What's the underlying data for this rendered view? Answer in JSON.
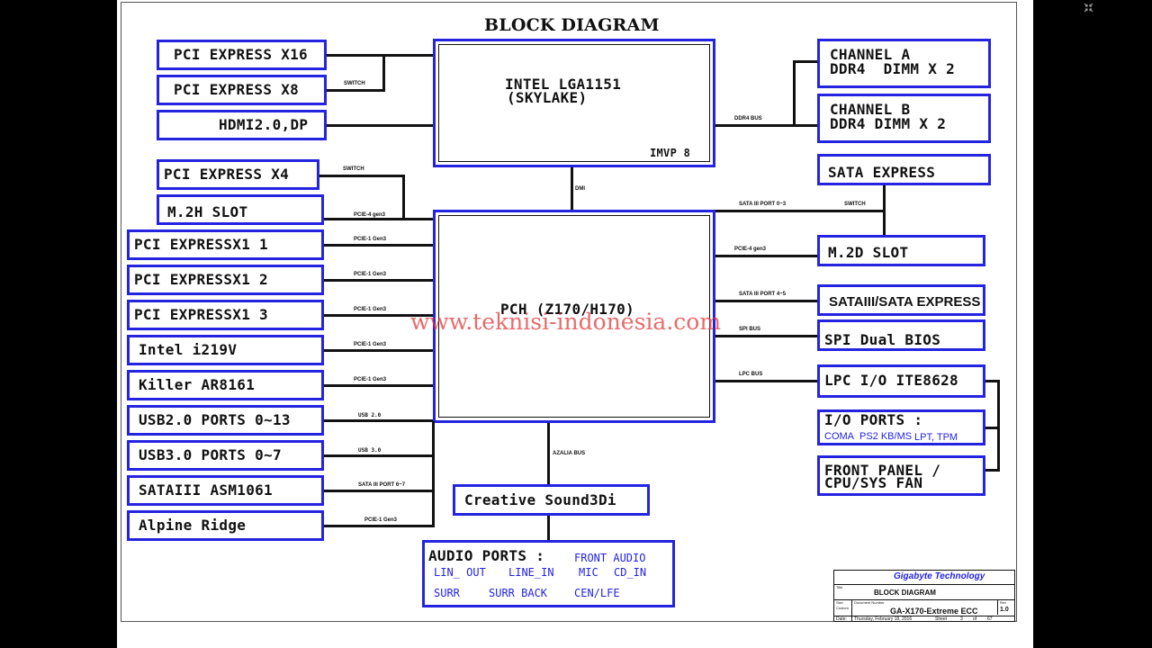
{
  "title": "BLOCK DIAGRAM",
  "watermark": "www.teknisi-indonesia.com",
  "cpu": {
    "line1": "INTEL LGA1151",
    "line2": "(SKYLAKE)",
    "imvp": "IMVP 8"
  },
  "pch": {
    "label": "PCH (Z170/H170)"
  },
  "left_cpu_blocks": [
    "PCI EXPRESS X16",
    "PCI EXPRESS X8",
    "HDMI2.0,DP"
  ],
  "left_pch_blocks": [
    "PCI EXPRESS X4",
    "M.2H SLOT",
    "PCI EXPRESSX1 1",
    "PCI EXPRESSX1 2",
    "PCI EXPRESSX1 3",
    "Intel i219V",
    "Killer AR8161",
    "USB2.0 PORTS 0~13",
    "USB3.0 PORTS 0~7",
    "SATAIII ASM1061",
    "Alpine Ridge"
  ],
  "right_blocks": {
    "channel_a": [
      "CHANNEL A",
      "DDR4  DIMM X 2"
    ],
    "channel_b": [
      "CHANNEL B",
      "DDR4 DIMM X 2"
    ],
    "sata_express": "SATA EXPRESS",
    "m2d": "M.2D SLOT",
    "sataiii": "SATAIII/SATA EXPRESS",
    "spi": "SPI Dual BIOS",
    "lpc": "LPC I/O ITE8628",
    "io_ports": {
      "title": "I/O PORTS :",
      "items": [
        "COMA",
        "PS2 KB/MS",
        "LPT, TPM"
      ]
    },
    "front_panel": [
      "FRONT PANEL /",
      "CPU/SYS FAN"
    ]
  },
  "audio": {
    "codec": "Creative Sound3Di",
    "ports_title": "AUDIO PORTS :",
    "front": "FRONT AUDIO",
    "row1": [
      "LIN_ OUT",
      "LINE_IN",
      "MIC",
      "CD_IN"
    ],
    "row2": [
      "SURR",
      "SURR BACK",
      "CEN/LFE"
    ]
  },
  "signals": {
    "switch1": "SWITCH",
    "switch2": "SWITCH",
    "switch3": "SWITCH",
    "ddr4_bus": "DDR4 BUS",
    "dmi": "DMI",
    "sata_port_03": "SATA III PORT 0~3",
    "pcie4_right": "PCIE-4 gen3",
    "sata_port_45": "SATA III PORT 4~5",
    "spi_bus": "SPI BUS",
    "lpc_bus": "LPC BUS",
    "azalia_bus": "AZALIA BUS",
    "pcie4_left": "PCIE-4 gen3",
    "pcie1": [
      "PCIE-1 Gen3",
      "PCIE-1 Gen3",
      "PCIE-1 Gen3",
      "PCIE-1 Gen3",
      "PCIE-1 Gen3"
    ],
    "usb2": "USB 2.0",
    "usb3": "USB 3.0",
    "sata_port_67": "SATA III PORT 6~7",
    "pcie1_alpine": "PCIE-1 Gen3"
  },
  "title_block": {
    "company": "Gigabyte Technology",
    "title_label": "Title",
    "title": "BLOCK DIAGRAM",
    "size_label": "Size",
    "size": "Custom",
    "doc_label": "Document Number",
    "doc": "GA-X170-Extreme ECC",
    "rev_label": "Rev",
    "rev": "1.0",
    "date_label": "Date:",
    "date": "Thursday, February 18, 2016",
    "sheet_label": "Sheet",
    "sheet": "3",
    "of_label": "of",
    "of": "67"
  },
  "colors": {
    "block_border": "#2323e0",
    "watermark": "#e03a3a",
    "company": "#2323e0"
  },
  "icons": {
    "corner": "collapse-arrows-icon"
  }
}
